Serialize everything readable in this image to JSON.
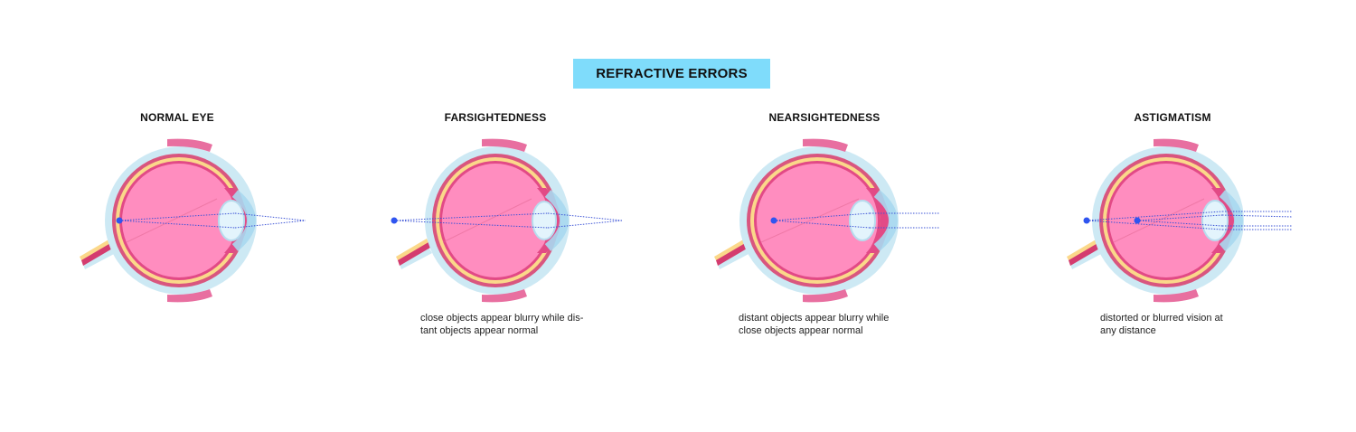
{
  "title": "REFRACTIVE ERRORS",
  "panels": [
    {
      "label": "NORMAL EYE",
      "caption": []
    },
    {
      "label": "FARSIGHTEDNESS",
      "caption": [
        "close objects appear blurry while dis-",
        "tant objects appear normal"
      ]
    },
    {
      "label": "NEARSIGHTEDNESS",
      "caption": [
        "distant objects appear blurry while",
        "close objects appear normal"
      ]
    },
    {
      "label": "ASTIGMATISM",
      "caption": [
        "distorted or blurred vision at",
        "any distance"
      ]
    }
  ],
  "colors": {
    "title_bg": "#7fdcfb",
    "sclera": "#cde9f4",
    "choroid_outer": "#e24a86",
    "retina_yellow": "#fbd88a",
    "vitreous": "#ff8dbf",
    "lens": "#e3f4fc",
    "cornea": "#a9d8ef",
    "focal_point": "#2f55f0",
    "ray": "#3d54d6"
  },
  "icons": [
    "eye-anatomy-icon",
    "optic-nerve-icon",
    "lens-icon",
    "cornea-icon",
    "focal-point-icon"
  ]
}
